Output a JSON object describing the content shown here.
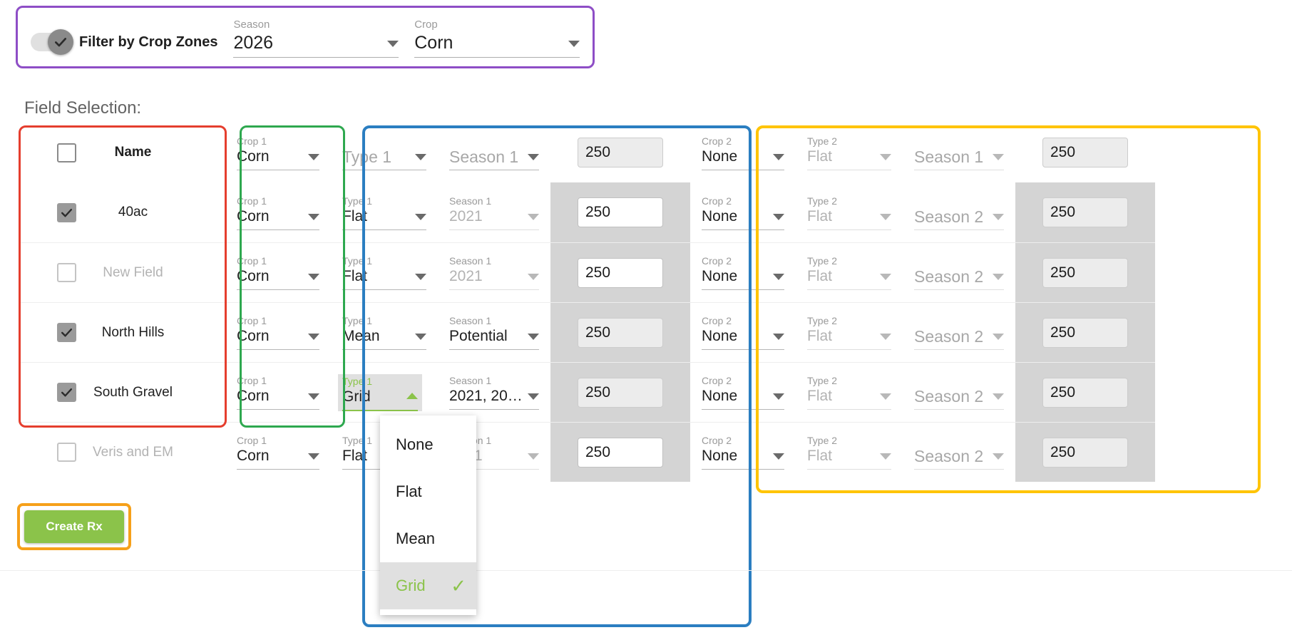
{
  "filter_panel": {
    "toggle_label": "Filter by Crop Zones",
    "toggle_state": "on",
    "season": {
      "caption": "Season",
      "value": "2026"
    },
    "crop": {
      "caption": "Crop",
      "value": "Corn"
    },
    "accent_color": "#8e4ec6"
  },
  "section_title": "Field Selection:",
  "columns": {
    "name": "Name",
    "crop1_label": "Crop 1",
    "type1_label": "Type 1",
    "season1_label": "Season 1",
    "crop2_label": "Crop 2",
    "type2_label": "Type 2",
    "season2_label": "Season 2"
  },
  "header_row": {
    "name": "Name",
    "crop1_label": "Crop 1",
    "crop1_value": "Corn",
    "type1_placeholder": "Type 1",
    "season1_placeholder": "Season 1",
    "rate1": "250",
    "crop2_label": "Crop 2",
    "crop2_value": "None",
    "type2_label": "Type 2",
    "type2_value": "Flat",
    "season2_placeholder": "Season 1",
    "rate2": "250"
  },
  "rows": [
    {
      "name": "40ac",
      "checked": true,
      "disabled": false,
      "crop1_label": "Crop 1",
      "crop1_value": "Corn",
      "type1_label": "Type 1",
      "type1_value": "Flat",
      "season1_label": "Season 1",
      "season1_value": "2021",
      "season1_dim": true,
      "rate1": "250",
      "rate1_enabled": true,
      "crop2_label": "Crop 2",
      "crop2_value": "None",
      "type2_label": "Type 2",
      "type2_value": "Flat",
      "season2_placeholder": "Season 2",
      "rate2": "250"
    },
    {
      "name": "New Field",
      "checked": false,
      "disabled": true,
      "crop1_label": "Crop 1",
      "crop1_value": "Corn",
      "type1_label": "Type 1",
      "type1_value": "Flat",
      "season1_label": "Season 1",
      "season1_value": "2021",
      "season1_dim": true,
      "rate1": "250",
      "rate1_enabled": true,
      "crop2_label": "Crop 2",
      "crop2_value": "None",
      "type2_label": "Type 2",
      "type2_value": "Flat",
      "season2_placeholder": "Season 2",
      "rate2": "250"
    },
    {
      "name": "North Hills",
      "checked": true,
      "disabled": false,
      "crop1_label": "Crop 1",
      "crop1_value": "Corn",
      "type1_label": "Type 1",
      "type1_value": "Mean",
      "season1_label": "Season 1",
      "season1_value": "Potential",
      "season1_dim": false,
      "rate1": "250",
      "rate1_enabled": false,
      "crop2_label": "Crop 2",
      "crop2_value": "None",
      "type2_label": "Type 2",
      "type2_value": "Flat",
      "season2_placeholder": "Season 2",
      "rate2": "250"
    },
    {
      "name": "South Gravel",
      "checked": true,
      "disabled": false,
      "crop1_label": "Crop 1",
      "crop1_value": "Corn",
      "type1_label": "Type 1",
      "type1_value": "Grid",
      "type1_open": true,
      "season1_label": "Season 1",
      "season1_value": "2021, 20…",
      "season1_dim": false,
      "rate1": "250",
      "rate1_enabled": false,
      "crop2_label": "Crop 2",
      "crop2_value": "None",
      "type2_label": "Type 2",
      "type2_value": "Flat",
      "season2_placeholder": "Season 2",
      "rate2": "250"
    },
    {
      "name": "Veris and EM",
      "checked": false,
      "disabled": true,
      "crop1_label": "Crop 1",
      "crop1_value": "Corn",
      "type1_label": "Type 1",
      "type1_value": "Flat",
      "season1_label": "Season 1",
      "season1_value": "2021",
      "season1_dim": true,
      "rate1": "250",
      "rate1_enabled": true,
      "crop2_label": "Crop 2",
      "crop2_value": "None",
      "type2_label": "Type 2",
      "type2_value": "Flat",
      "season2_placeholder": "Season 2",
      "rate2": "250"
    }
  ],
  "type_dropdown": {
    "open": true,
    "options": [
      "None",
      "Flat",
      "Mean",
      "Grid"
    ],
    "selected": "Grid",
    "check_glyph": "✓"
  },
  "create_button": {
    "label": "Create Rx"
  },
  "highlight_colors": {
    "name_group": "#e53e2e",
    "crop1_group": "#2ea84f",
    "type_season_group": "#2b7ec1",
    "crop2_group": "#ffc400",
    "create_button_group": "#f6a01a",
    "filter_group": "#8e4ec6",
    "dropdown_accent": "#8bc34a"
  }
}
